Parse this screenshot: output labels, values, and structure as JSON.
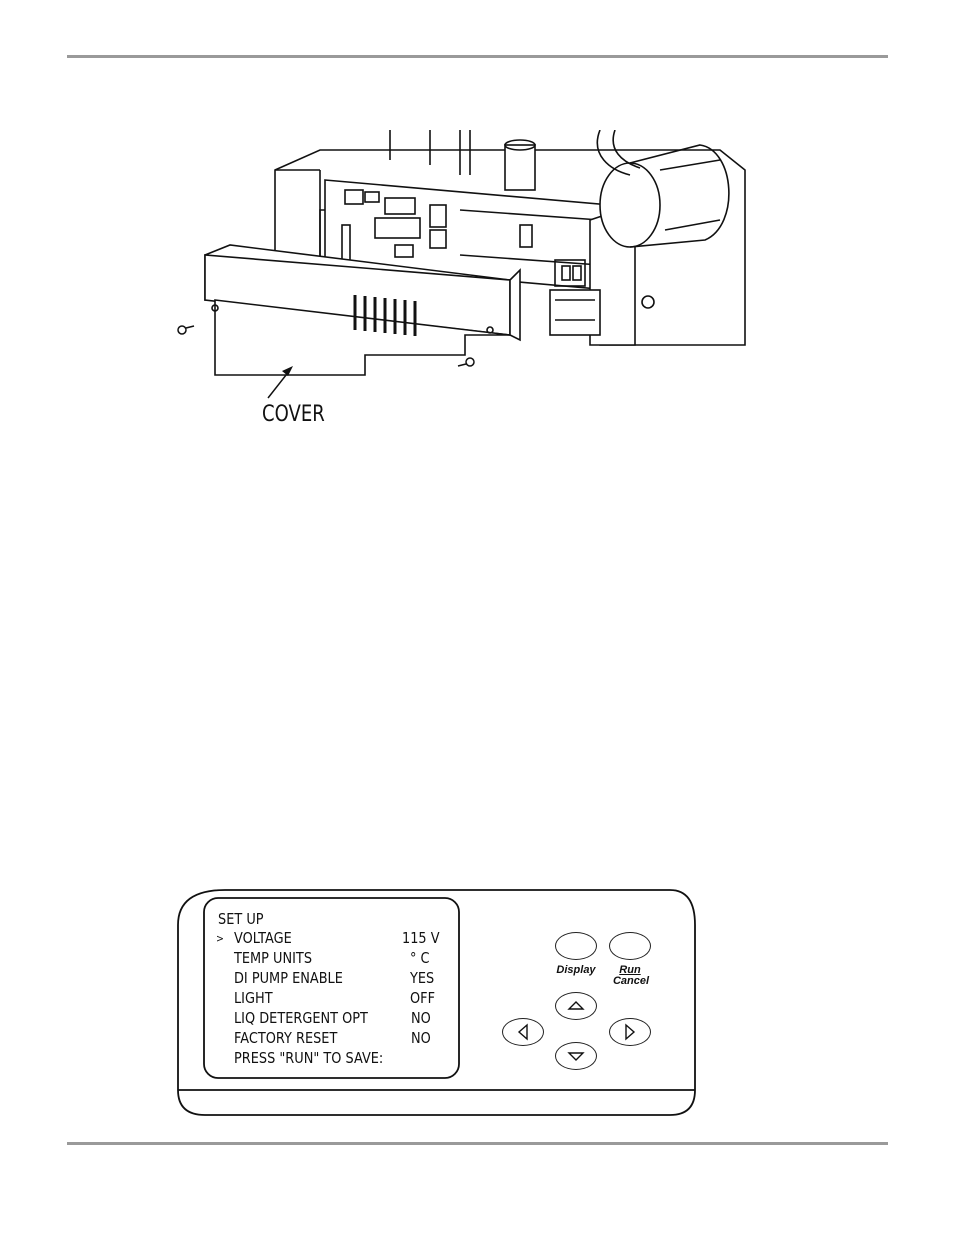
{
  "figure": {
    "label": "COVER"
  },
  "control_panel": {
    "lcd": {
      "title": "SET UP",
      "cursor": ">",
      "rows": [
        {
          "label": "VOLTAGE",
          "value": "115 V"
        },
        {
          "label": "TEMP UNITS",
          "value": "° C"
        },
        {
          "label": "DI PUMP ENABLE",
          "value": "YES"
        },
        {
          "label": "LIGHT",
          "value": "OFF"
        },
        {
          "label": "LIQ DETERGENT OPT",
          "value": "NO"
        },
        {
          "label": "FACTORY RESET",
          "value": "NO"
        }
      ],
      "footer": "PRESS \"RUN\" TO SAVE:"
    },
    "keys": {
      "display_label": "Display",
      "run_label": "Run",
      "cancel_label": "Cancel"
    }
  }
}
